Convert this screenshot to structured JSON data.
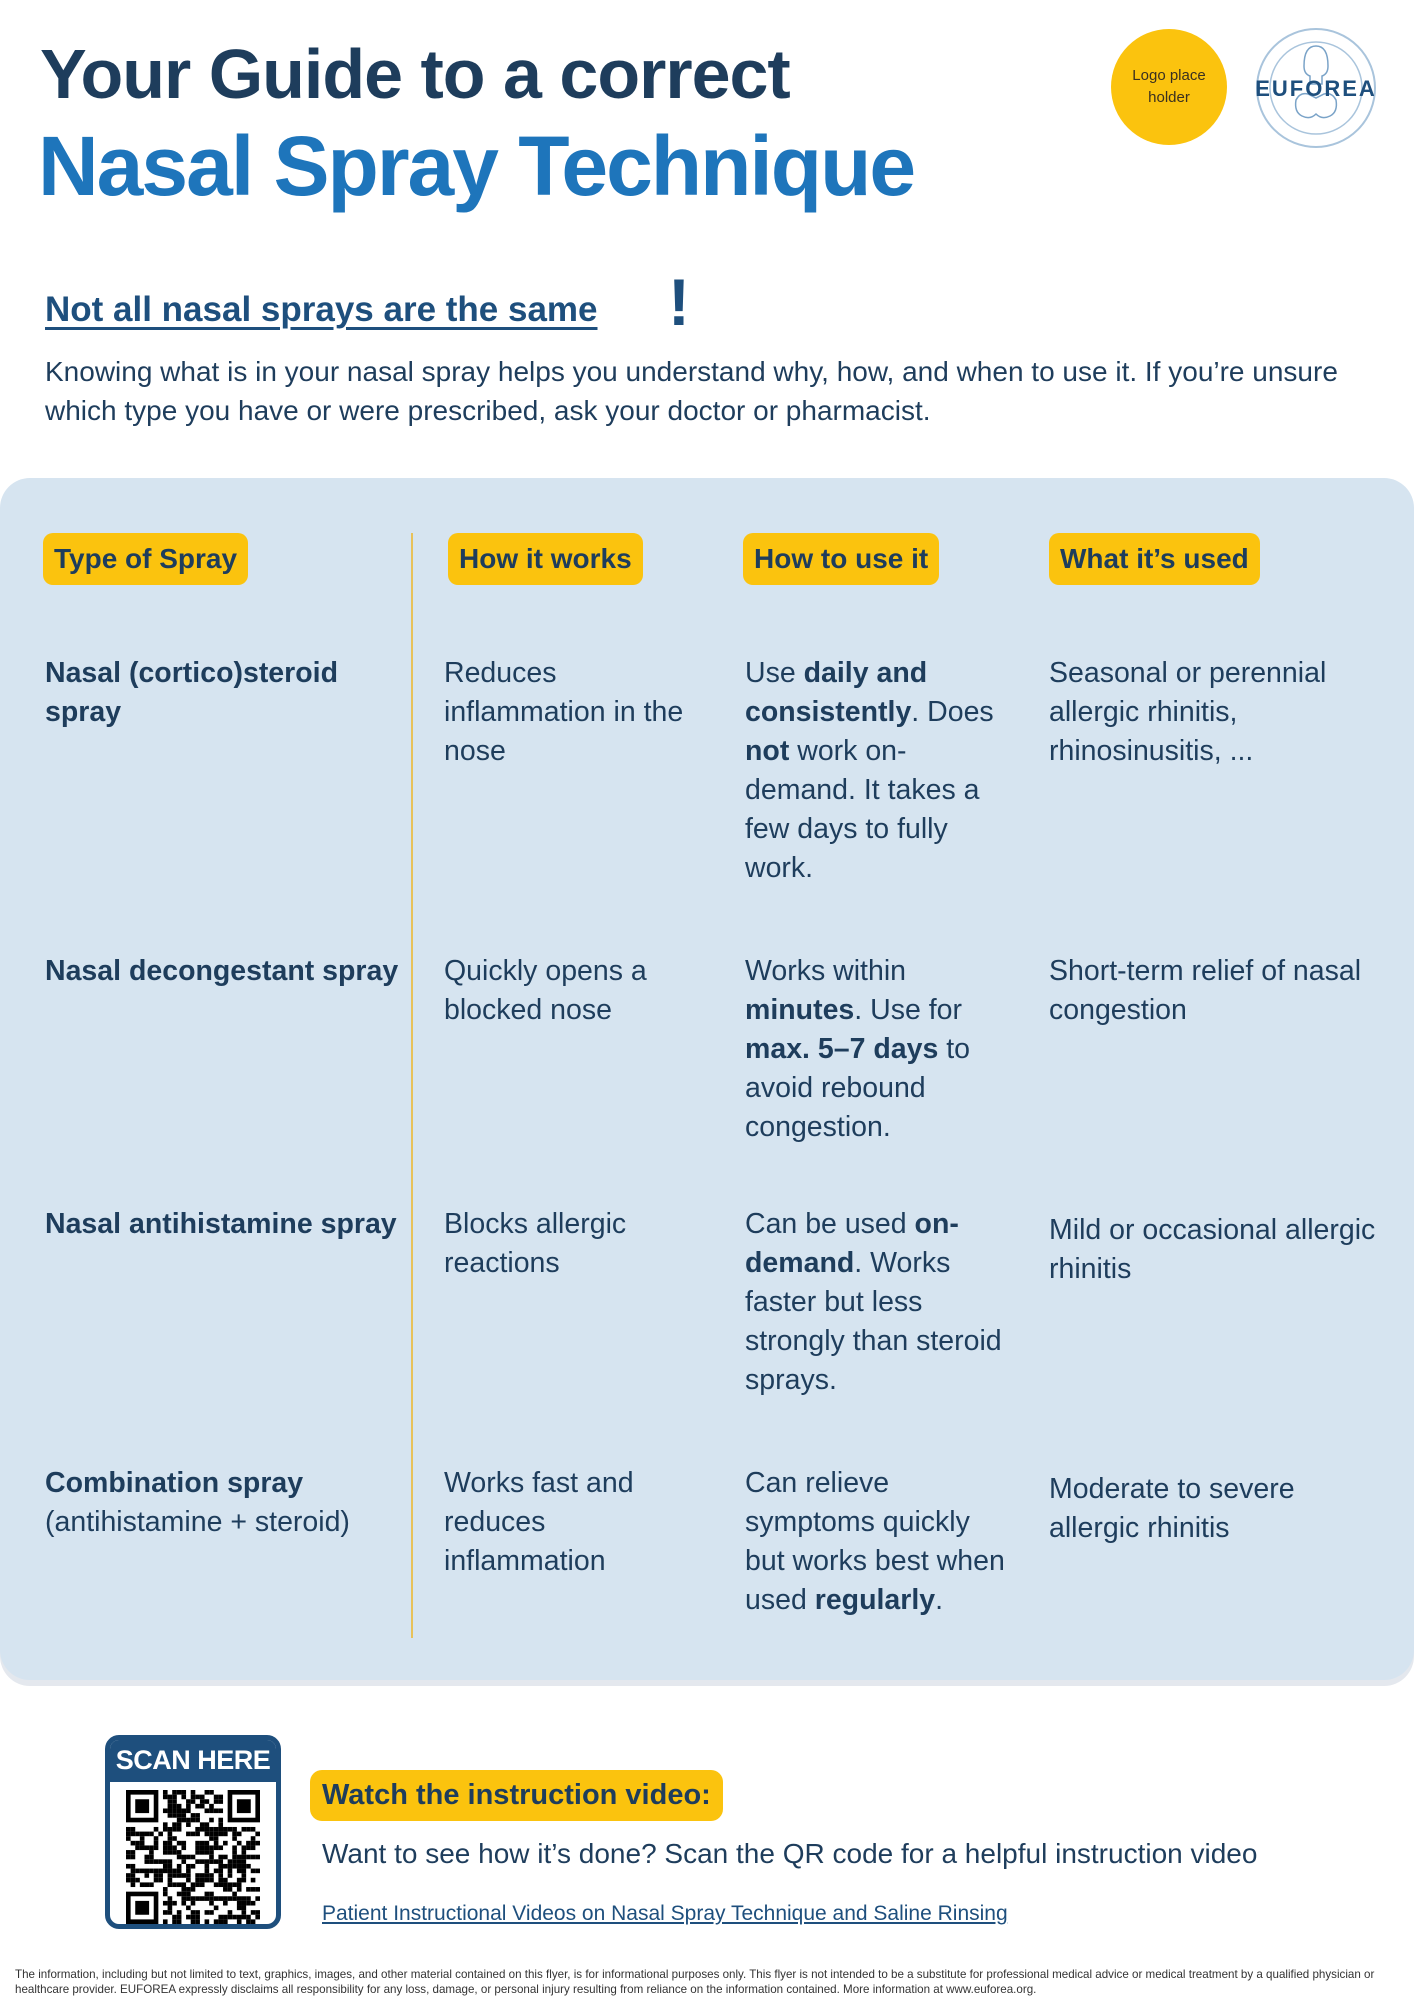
{
  "header": {
    "title_line1": "Your Guide to a correct",
    "title_line2": "Nasal Spray Technique",
    "logo_placeholder": "Logo place holder",
    "brand_logo": "EUFOREA"
  },
  "intro": {
    "heading": "Not all nasal sprays are the same",
    "exclamation": "!",
    "text": "Knowing what is in your nasal spray helps you understand why, how, and when to use it. If you’re unsure which type you have or were prescribed, ask your doctor or pharmacist."
  },
  "table": {
    "headers": [
      "Type of Spray",
      "How it works",
      "How to use it",
      "What it’s used"
    ],
    "rows": [
      [
        [
          {
            "t": "Nasal (cortico)steroid spray"
          }
        ],
        [
          {
            "t": "Reduces inflammation in the nose"
          }
        ],
        [
          {
            "t": "Use "
          },
          {
            "t": "daily and consistently",
            "b": true
          },
          {
            "t": ". Does "
          },
          {
            "t": "not",
            "b": true
          },
          {
            "t": " work on-demand. It takes a few days to fully work."
          }
        ],
        [
          {
            "t": "Seasonal or perennial allergic rhinitis, rhinosinusitis, ..."
          }
        ]
      ],
      [
        [
          {
            "t": "Nasal decongestant spray"
          }
        ],
        [
          {
            "t": "Quickly opens a blocked nose"
          }
        ],
        [
          {
            "t": "Works within "
          },
          {
            "t": "minutes",
            "b": true
          },
          {
            "t": ". Use for "
          },
          {
            "t": "max. 5–7 days",
            "b": true
          },
          {
            "t": " to avoid rebound congestion."
          }
        ],
        [
          {
            "t": "Short-term relief of nasal congestion"
          }
        ]
      ],
      [
        [
          {
            "t": "Nasal antihistamine spray"
          }
        ],
        [
          {
            "t": "Blocks allergic reactions"
          }
        ],
        [
          {
            "t": "Can be used "
          },
          {
            "t": "on-demand",
            "b": true
          },
          {
            "t": ". Works faster but less strongly than steroid sprays."
          }
        ],
        [
          {
            "t": "Mild or occasional allergic rhinitis"
          }
        ]
      ],
      [
        [
          {
            "t": "Combination spray",
            "b": true
          },
          {
            "t": " (antihistamine + steroid)",
            "n": true
          }
        ],
        [
          {
            "t": "Works fast and reduces inflammation"
          }
        ],
        [
          {
            "t": "Can relieve symptoms quickly but works best when used "
          },
          {
            "t": "regularly",
            "b": true
          },
          {
            "t": "."
          }
        ],
        [
          {
            "t": "Moderate to severe allergic rhinitis"
          }
        ]
      ]
    ]
  },
  "video": {
    "scan_label": "SCAN HERE",
    "heading": "Watch the instruction video:",
    "text": "Want to see how it’s done? Scan the QR code for a helpful instruction video",
    "link": "Patient Instructional Videos on Nasal Spray Technique and Saline Rinsing"
  },
  "disclaimer": "The information, including but not limited to text, graphics, images, and other material contained on this flyer, is for informational purposes only. This flyer is not intended to be a substitute for professional medical advice or medical treatment by a qualified physician or healthcare provider. EUFOREA expressly disclaims all responsibility for any loss, damage, or personal injury resulting from reliance on the information contained. More information at www.euforea.org.",
  "colors": {
    "navy": "#1e3d5c",
    "blue": "#1e75bb",
    "yellow": "#fbc30e",
    "panel": "#d6e4f0"
  }
}
